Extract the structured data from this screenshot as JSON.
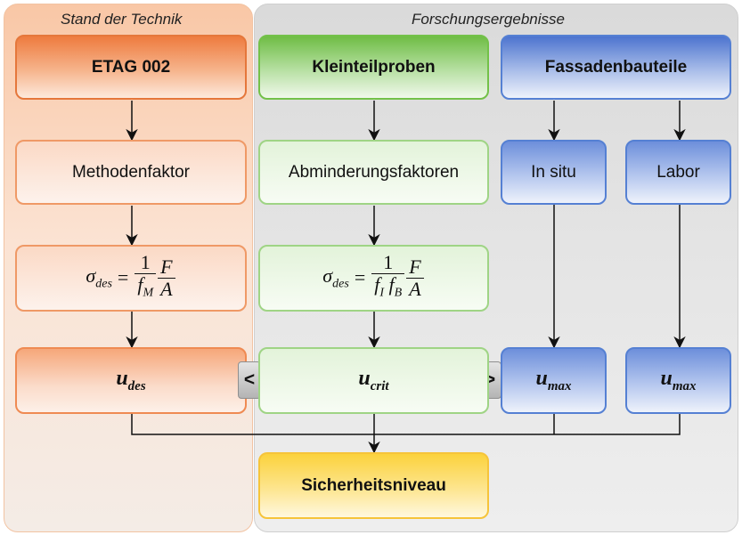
{
  "panels": {
    "left_title": "Stand der Technik",
    "right_title": "Forschungsergebnisse"
  },
  "columns": {
    "etag": {
      "header": "ETAG 002",
      "factor": "Methodenfaktor",
      "formula": {
        "lhs": "σ",
        "lhs_sub": "des",
        "eq": "=",
        "num": "1",
        "den": "f",
        "den_sub": "M",
        "num2": "F",
        "den2": "A"
      },
      "result": {
        "sym": "u",
        "sub": "des"
      }
    },
    "kleinteil": {
      "header": "Kleinteilproben",
      "factor": "Abminderungsfaktoren",
      "formula": {
        "lhs": "σ",
        "lhs_sub": "des",
        "eq": "=",
        "num": "1",
        "den_a": "f",
        "den_a_sub": "I",
        "den_b": "f",
        "den_b_sub": "B",
        "num2": "F",
        "den2": "A"
      },
      "result": {
        "sym": "u",
        "sub": "crit"
      }
    },
    "fassade": {
      "header": "Fassadenbauteile",
      "insitu": "In situ",
      "labor": "Labor",
      "result_insitu": {
        "sym": "u",
        "sub": "max"
      },
      "result_labor": {
        "sym": "u",
        "sub": "max"
      }
    }
  },
  "comparators": {
    "left": "<",
    "right": ">"
  },
  "bottom": {
    "label": "Sicherheitsniveau"
  },
  "colors": {
    "orange": "#ee7b3f",
    "green": "#6fbd45",
    "blue": "#4d74cf",
    "yellow": "#fbd23c",
    "line": "#111111"
  }
}
